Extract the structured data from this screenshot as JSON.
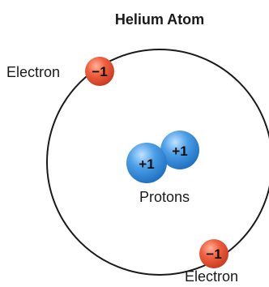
{
  "title": "Helium Atom",
  "orbit": {
    "electrons": [
      {
        "label": "Electron",
        "charge": "−1"
      },
      {
        "label": "Electron",
        "charge": "−1"
      }
    ]
  },
  "nucleus": {
    "label": "Protons",
    "protons": [
      {
        "charge": "+1"
      },
      {
        "charge": "+1"
      }
    ]
  },
  "colors": {
    "electron": "#e8563a",
    "proton": "#3b8fd9",
    "orbit": "#1a1a1a"
  }
}
